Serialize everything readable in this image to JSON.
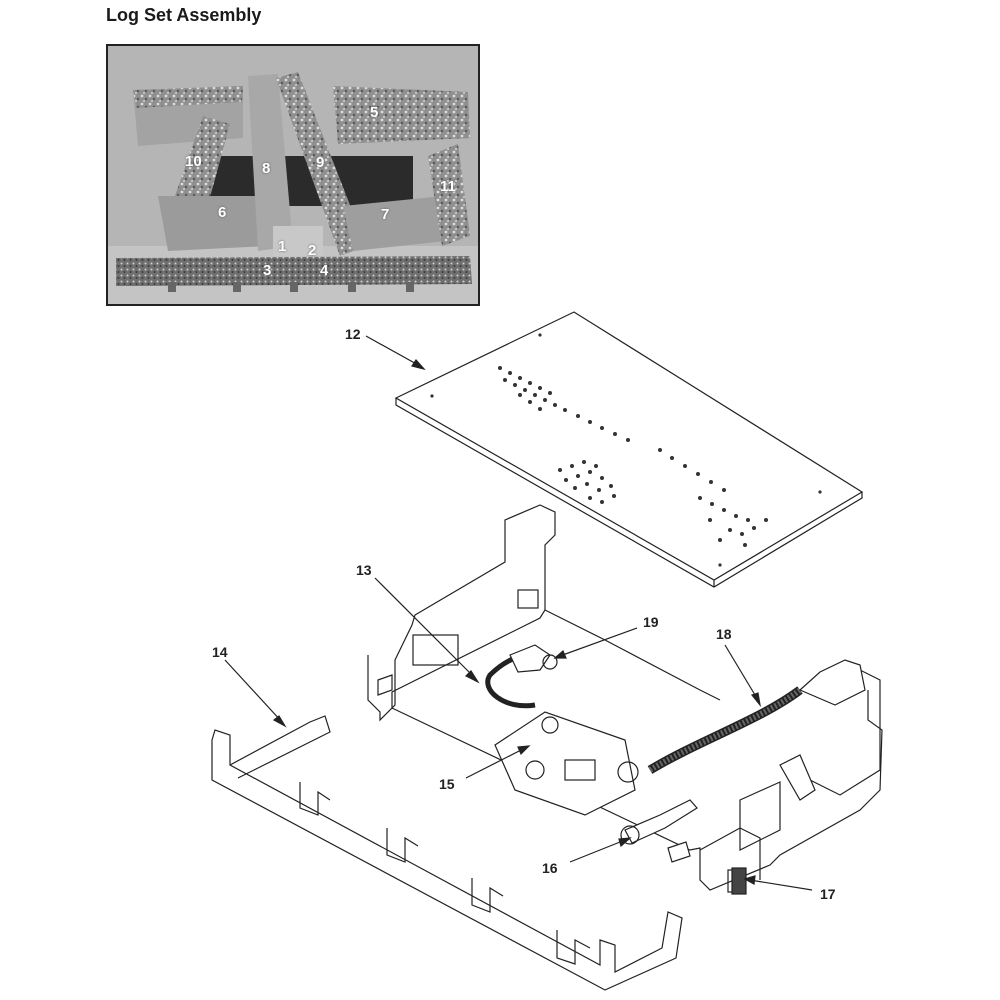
{
  "title": "Log Set Assembly",
  "photo_labels": [
    "1",
    "2",
    "3",
    "4",
    "5",
    "6",
    "7",
    "8",
    "9",
    "10",
    "11"
  ],
  "callouts": {
    "c12": "12",
    "c13": "13",
    "c14": "14",
    "c15": "15",
    "c16": "16",
    "c17": "17",
    "c18": "18",
    "c19": "19"
  }
}
